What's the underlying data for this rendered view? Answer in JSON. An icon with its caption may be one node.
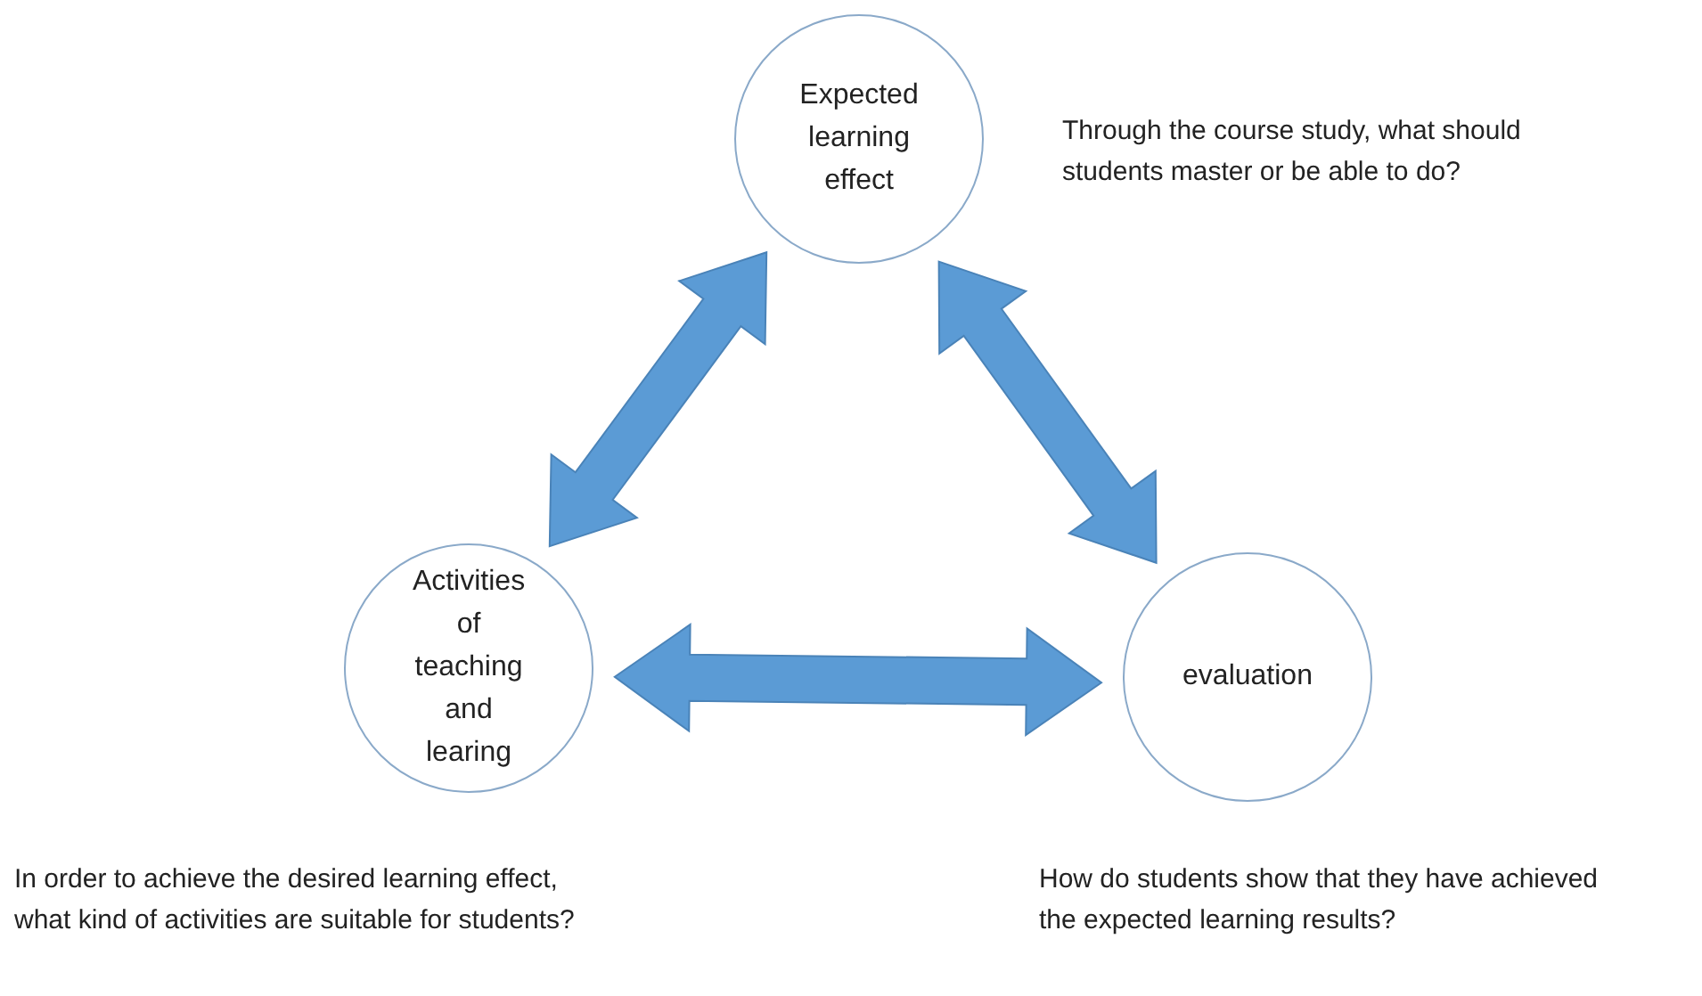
{
  "diagram": {
    "nodes": [
      {
        "text": [
          "Expected learning effect"
        ],
        "beside": [
          "Through the course study, what should students master or be able to do?"
        ]
      },
      {
        "text": [
          "Activities of teaching and learing"
        ],
        "beside": [
          "In order to achieve the desired learning effect, what kind of activities are suitable for students?"
        ]
      },
      {
        "text": [
          "evaluation"
        ],
        "beside": [
          "How do students show that they have achieved the expected learning results?"
        ]
      }
    ],
    "edges": [
      {
        "from": 0,
        "to": 1,
        "arrow": "both",
        "style": "thick"
      },
      {
        "from": 0,
        "to": 2,
        "arrow": "both",
        "style": "thick"
      },
      {
        "from": 1,
        "to": 2,
        "arrow": "both",
        "style": "thick"
      }
    ]
  }
}
